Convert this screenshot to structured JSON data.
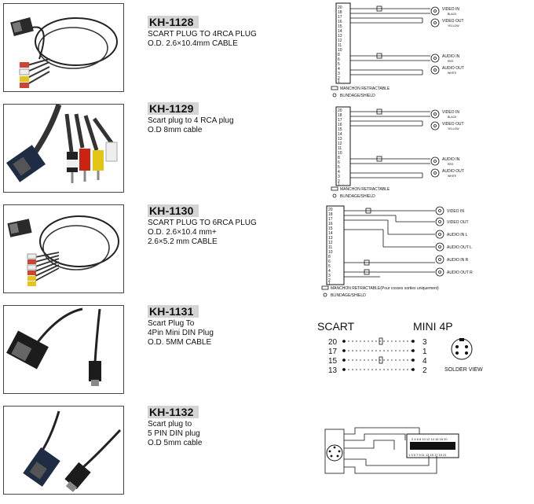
{
  "products": [
    {
      "code": "KH-1128",
      "lines": [
        "SCART PLUG TO 4RCA PLUG",
        "O.D. 2.6×10.4mm CABLE"
      ]
    },
    {
      "code": "KH-1129",
      "lines": [
        "Scart plug to 4 RCA plug",
        "O.D 8mm cable"
      ]
    },
    {
      "code": "KH-1130",
      "lines": [
        "SCART PLUG TO 6RCA PLUG",
        "O.D. 2.6×10.4 mm+",
        "2.6×5.2 mm CABLE"
      ]
    },
    {
      "code": "KH-1131",
      "lines": [
        "Scart Plug To",
        "4Pin Mini DIN Plug",
        "O.D. 5MM CABLE"
      ]
    },
    {
      "code": "KH-1132",
      "lines": [
        "Scart plug to",
        "5 PIN DIN plug",
        "O.D 5mm cable"
      ]
    }
  ],
  "diagram1": {
    "pins": [
      "20",
      "18",
      "17",
      "16",
      "15",
      "14",
      "13",
      "12",
      "11",
      "10",
      "8",
      "6",
      "5",
      "4",
      "3",
      "2",
      "1"
    ],
    "outputs": [
      "VIDEO IN",
      "VIDEO OUT",
      "AUDIO IN",
      "AUDIO OUT"
    ],
    "output_sub": [
      "BLACK",
      "YELLOW",
      "RED",
      "WHITE"
    ],
    "legend1": "MANCHON RETRACTABLE",
    "legend2": "BLINDAGE/SHIELD"
  },
  "diagram2": {
    "pins": [
      "20",
      "18",
      "17",
      "16",
      "15",
      "14",
      "13",
      "12",
      "11",
      "10",
      "8",
      "6",
      "5",
      "4",
      "3",
      "2",
      "1"
    ],
    "outputs": [
      "VIDEO IN",
      "VIDEO OUT",
      "AUDIO IN",
      "AUDIO OUT"
    ],
    "output_sub": [
      "BLACK",
      "YELLOW",
      "RED",
      "WHITE"
    ],
    "legend1": "MANCHON RETRACTABLE",
    "legend2": "BLINDAGE/SHIELD"
  },
  "diagram3": {
    "pins": [
      "20",
      "18",
      "17",
      "16",
      "15",
      "14",
      "13",
      "12",
      "11",
      "10",
      "8",
      "6",
      "5",
      "4",
      "3",
      "2",
      "1"
    ],
    "outputs": [
      "VIDEO IN",
      "VIDEO OUT",
      "AUDIO IN L",
      "AUDIO OUT L",
      "AUDIO IN R",
      "AUDIO OUT R"
    ],
    "legend1": "MANCHON RETRACTABLE(Pour cosses sorties uniquement)",
    "legend2": "BLINDAGE/SHIELD"
  },
  "diagram4": {
    "left_title": "SCART",
    "right_title": "MINI 4P",
    "left_pins": [
      "20",
      "17",
      "15",
      "13"
    ],
    "right_pins": [
      "3",
      "1",
      "4",
      "2"
    ],
    "caption": "SOLDER VIEW"
  },
  "diagram5": {
    "top_pins": "2 4 6 8 10 12 14 16 18 20",
    "bottom_pins": "1 3 5 7 9 11 13 15 17 19 21"
  }
}
